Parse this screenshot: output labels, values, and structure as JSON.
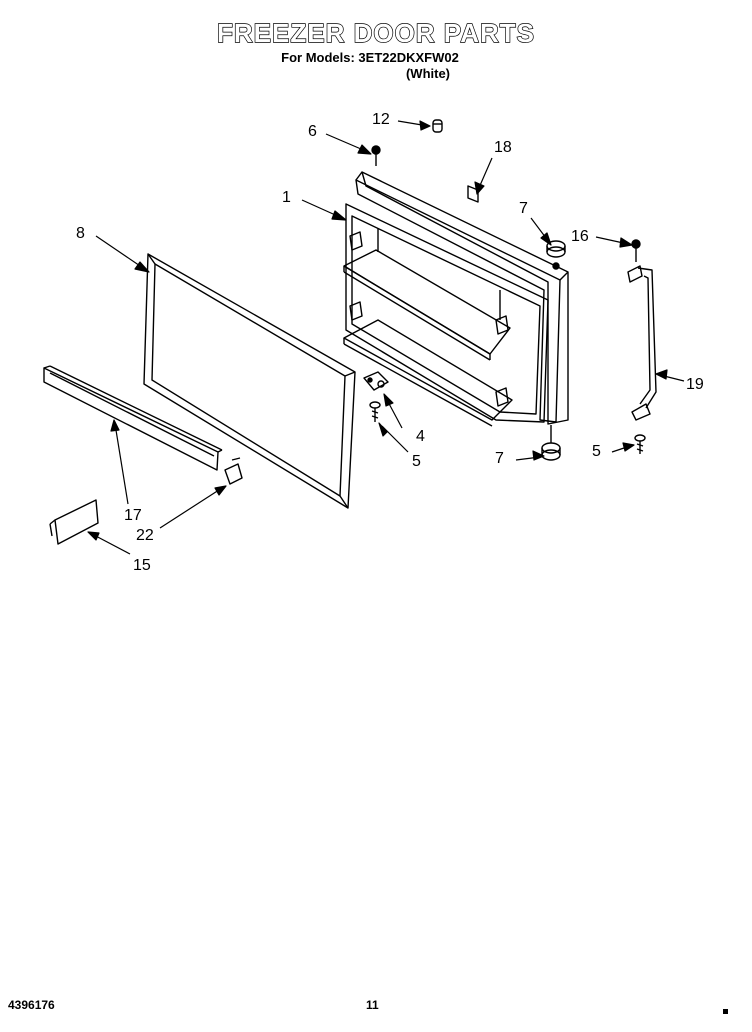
{
  "header": {
    "title": "FREEZER DOOR PARTS",
    "models_line": "For Models: 3ET22DKXFW02",
    "color_line": "(White)"
  },
  "callouts": {
    "c1": "1",
    "c4": "4",
    "c5a": "5",
    "c5b": "5",
    "c6": "6",
    "c7a": "7",
    "c7b": "7",
    "c8": "8",
    "c12": "12",
    "c15": "15",
    "c16": "16",
    "c17": "17",
    "c18": "18",
    "c19": "19",
    "c22": "22"
  },
  "footer": {
    "doc_number": "4396176",
    "page_number": "11"
  }
}
